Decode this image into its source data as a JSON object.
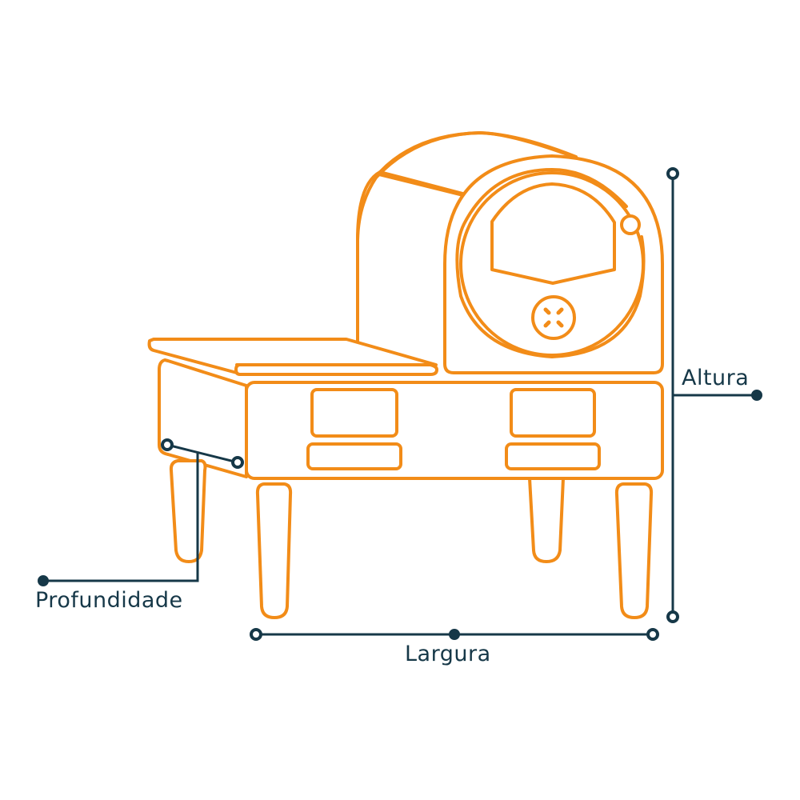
{
  "diagram": {
    "subject": "oven-on-stand",
    "colors": {
      "outline": "#F28C18",
      "dimension": "#163848",
      "background": "#FFFFFF"
    },
    "dimensions": {
      "height": {
        "label": "Altura"
      },
      "width": {
        "label": "Largura"
      },
      "depth": {
        "label": "Profundidade"
      }
    }
  }
}
